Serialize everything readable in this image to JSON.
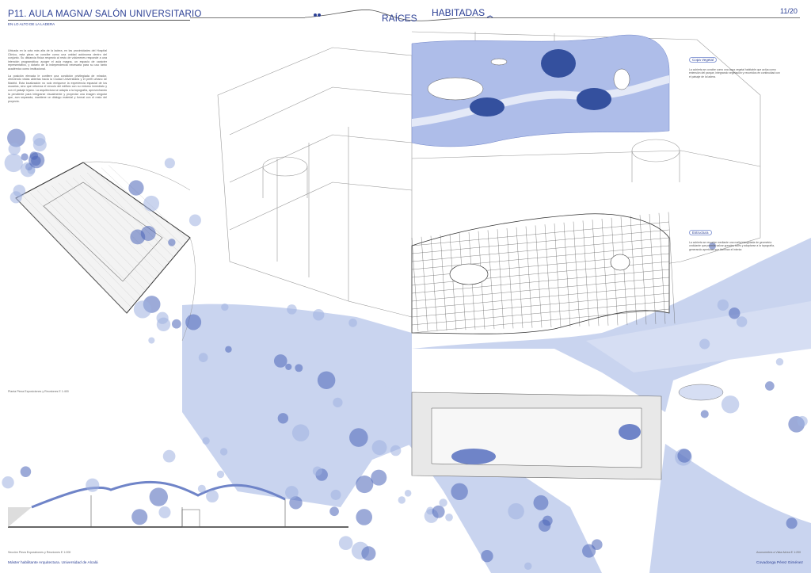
{
  "header": {
    "title": "P11. AULA MAGNA/ SALÓN UNIVERSITARIO",
    "subtitle": "EN LO ALTO DE LA LADERA",
    "series_word_1": "RAÍCES",
    "series_word_2": "HABITADAS",
    "page_number": "11/20"
  },
  "description": {
    "paragraph_1": "Ubicada en la cota más alta de la ladera, en las proximidades del Hospital Clínico, esta pieza se concibe como una unidad autónoma dentro del conjunto. Su distancia física respecto al resto de volúmenes responde a una intención programática: acoger el aula magna, un espacio de carácter representativo, y dotarlo de la independencia necesaria para su uso tanto académico como institucional.",
    "paragraph_2": "La posición elevada le confiere una condición privilegiada de mirador, ofreciendo vistas abiertas hacia la Ciudad Universitaria y el perfil urbano de Madrid. Esta localización no solo enriquece la experiencia espacial de los usuarios, sino que refuerza el vínculo del edificio con su entorno inmediato y con el paisaje lejano. La arquitectura se adapta a la topografía, aprovechando la pendiente para integrarse visualmente y proyectar una imagen singular que, aun separada, mantiene un diálogo material y formal con el resto del proyecto."
  },
  "annotations": {
    "copa_vegetal": {
      "label": "Copa Vegetal",
      "text": "La cubierta se concibe como una copa vegetal habitable que actúa como extensión del parque, integrando vegetación y recorridos en continuidad con el paisaje de la ladera."
    },
    "estructura": {
      "label": "Estructura",
      "text": "La cubierta se resuelve mediante una malla triangulada de geometría ondulante que permite salvar grandes luces y adaptarse a la topografía, generando aperturas que iluminan el interior."
    }
  },
  "captions": {
    "plan": "Planta Pieza Exposiciones y Reuniones    E 1:400",
    "section": "Sección Pieza Exposiciones y Reuniones    E 1:200",
    "axonometric": "Axonometría a Vista Aérea    E 1:200"
  },
  "footer": {
    "program": "Máster habilitante Arquitectura. Universidad de Alcalá",
    "author": "Covadonga Pérez Giménez"
  },
  "colors": {
    "accent": "#2b3f94",
    "ground_blue": "#c9d4ef",
    "roof_blue": "#aebde9",
    "tree_blue": "#4a64b8"
  }
}
